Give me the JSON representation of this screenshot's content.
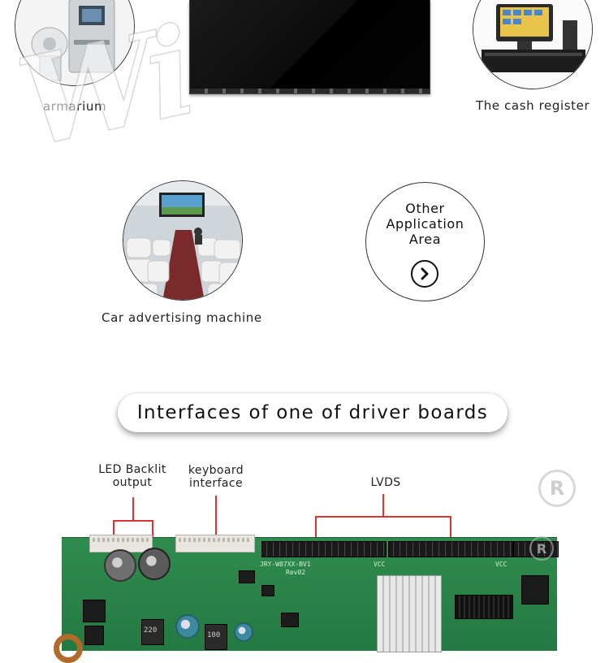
{
  "applications": [
    {
      "caption": "armarium",
      "icon": "medical-kiosk-image"
    },
    {
      "caption": "The cash register",
      "icon": "pos-terminal-image"
    },
    {
      "caption": "Car advertising machine",
      "icon": "bus-interior-image"
    }
  ],
  "other": {
    "line1": "Other",
    "line2": "Application",
    "line3": "Area",
    "icon": "chevron-right-icon"
  },
  "section_title": "Interfaces of one of driver boards",
  "labels": {
    "led_line1": "LED Backlit",
    "led_line2": "output",
    "kb_line1": "keyboard",
    "kb_line2": "interface",
    "lvds": "LVDS"
  },
  "board_silk": {
    "model": "JRY-W87XX-BV1",
    "rev": "Rev02",
    "vcc1": "VCC",
    "vcc2": "VCC",
    "cap1": "220",
    "cap2": "100"
  },
  "colors": {
    "label_line": "#d93333",
    "pcb": "#2f8b4e"
  }
}
